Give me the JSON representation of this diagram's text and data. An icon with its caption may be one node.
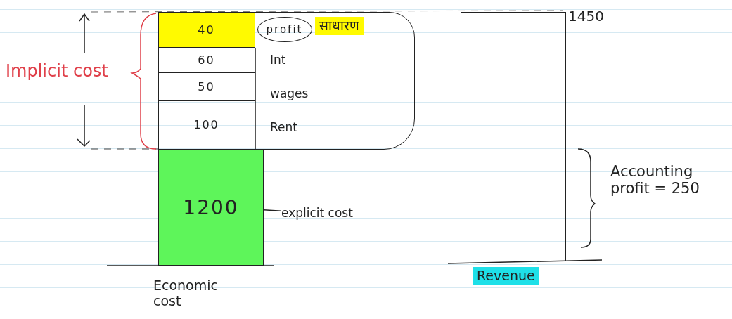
{
  "diagram": {
    "nodes": [
      {
        "text": [],
        "shape": "box"
      },
      {
        "text": [
          "40"
        ],
        "in": 0
      },
      {
        "text": [
          "60"
        ],
        "in": 0
      },
      {
        "text": [
          "50"
        ],
        "in": 0
      },
      {
        "text": [
          "100"
        ],
        "in": 0
      },
      {
        "text": [
          "1200"
        ]
      },
      {
        "text": [],
        "shape": "bar",
        "beside": [
          "1450",
          "Revenue"
        ]
      },
      {
        "text": [
          "profit"
        ],
        "in": 0,
        "beside": [
          "साधारण"
        ]
      },
      {
        "text": [
          "explicit cost"
        ]
      }
    ],
    "edges": [
      {
        "from": 8,
        "to": 5,
        "arrow": "none"
      }
    ],
    "labels": [
      "Implicit cost",
      "Int",
      "wages",
      "Rent",
      "Economic cost",
      "Accounting profit = 250"
    ]
  }
}
